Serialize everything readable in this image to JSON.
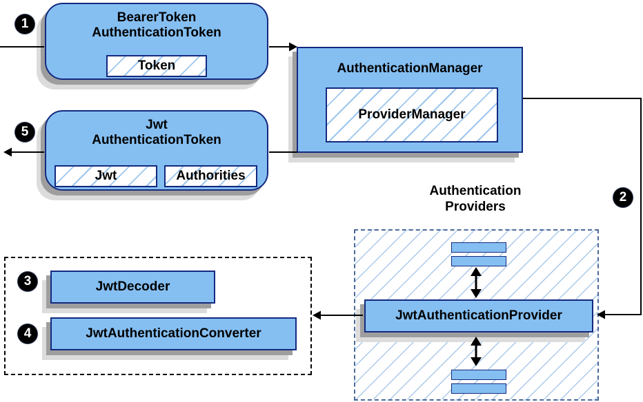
{
  "diagram": {
    "nodes": {
      "bearer_token": {
        "line1": "BearerToken",
        "line2": "AuthenticationToken",
        "field": "Token"
      },
      "authentication_manager": {
        "title": "AuthenticationManager",
        "impl": "ProviderManager"
      },
      "jwt_authentication_token": {
        "line1": "Jwt",
        "line2": "AuthenticationToken",
        "field1": "Jwt",
        "field2": "Authorities"
      },
      "providers_group": {
        "label_line1": "Authentication",
        "label_line2": "Providers"
      },
      "jwt_authentication_provider": {
        "title": "JwtAuthenticationProvider"
      },
      "jwt_decoder": {
        "title": "JwtDecoder"
      },
      "jwt_authentication_converter": {
        "title": "JwtAuthenticationConverter"
      }
    },
    "badges": {
      "step1": "1",
      "step2": "2",
      "step3": "3",
      "step4": "4",
      "step5": "5"
    },
    "colors": {
      "node_fill": "#85BFF2",
      "node_border": "#13287E",
      "hatch_line": "#9CC6EE",
      "providers_dash_border": "#4A6899",
      "tools_dash_border": "#000000",
      "shadow_dark": "#9E9E9E",
      "shadow_light": "#DCDCDC",
      "arrow": "#000000",
      "badge_bg": "#000000",
      "badge_text": "#FFFFFF"
    }
  }
}
